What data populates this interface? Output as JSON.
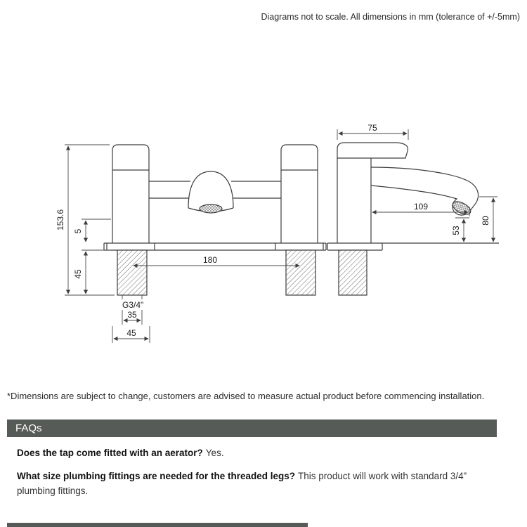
{
  "note": "Diagrams not to scale. All dimensions in mm (tolerance of +/-5mm)",
  "diagram": {
    "front": {
      "total_height": "153.6",
      "deck_gap": "5",
      "leg_length": "45",
      "tap_centres": "180",
      "thread_size": "G3/4\"",
      "thread_width": "35",
      "body_width": "45"
    },
    "side": {
      "handle_length": "75",
      "spout_reach": "109",
      "spout_clearance": "53",
      "spout_height": "80"
    }
  },
  "disclaimer": "*Dimensions are subject to change, customers are advised to measure actual product before commencing installation.",
  "faqs": {
    "title": "FAQs",
    "items": [
      {
        "question": "Does the tap come fitted with an aerator?",
        "answer": "Yes."
      },
      {
        "question": "What size plumbing fittings are needed for the threaded legs?",
        "answer": "This product will work with standard 3/4” plumbing fittings."
      }
    ]
  },
  "colors": {
    "faq_header_bg": "#565b58",
    "diagram_line": "#3d3d3d"
  }
}
